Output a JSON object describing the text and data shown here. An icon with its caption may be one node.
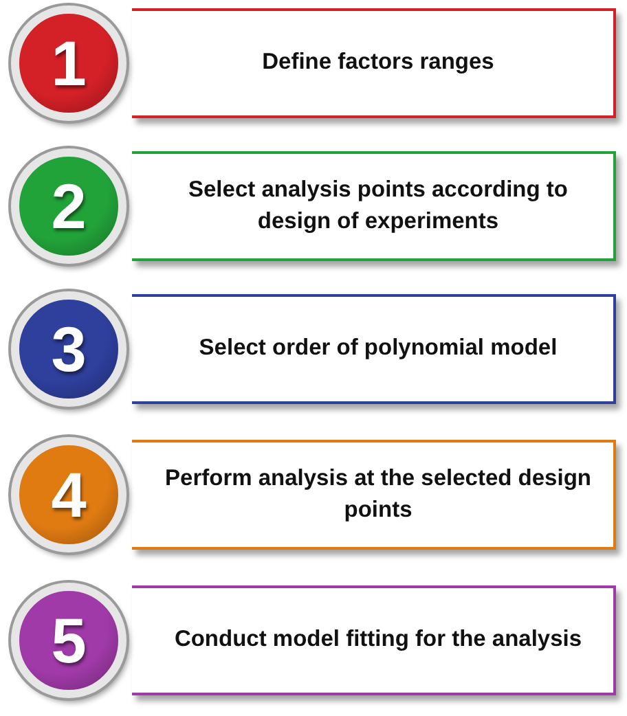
{
  "diagram": {
    "nodes": [
      {
        "text": [
          "1"
        ]
      },
      {
        "text": [
          "Define factors ranges"
        ]
      },
      {
        "text": [
          "2"
        ]
      },
      {
        "text": [
          "Select analysis points according to design of experiments"
        ]
      },
      {
        "text": [
          "3"
        ]
      },
      {
        "text": [
          "Select order of polynomial model"
        ]
      },
      {
        "text": [
          "4"
        ]
      },
      {
        "text": [
          "Perform analysis at the selected design points"
        ]
      },
      {
        "text": [
          "5"
        ]
      },
      {
        "text": [
          "Conduct model fitting for the analysis"
        ]
      }
    ]
  }
}
